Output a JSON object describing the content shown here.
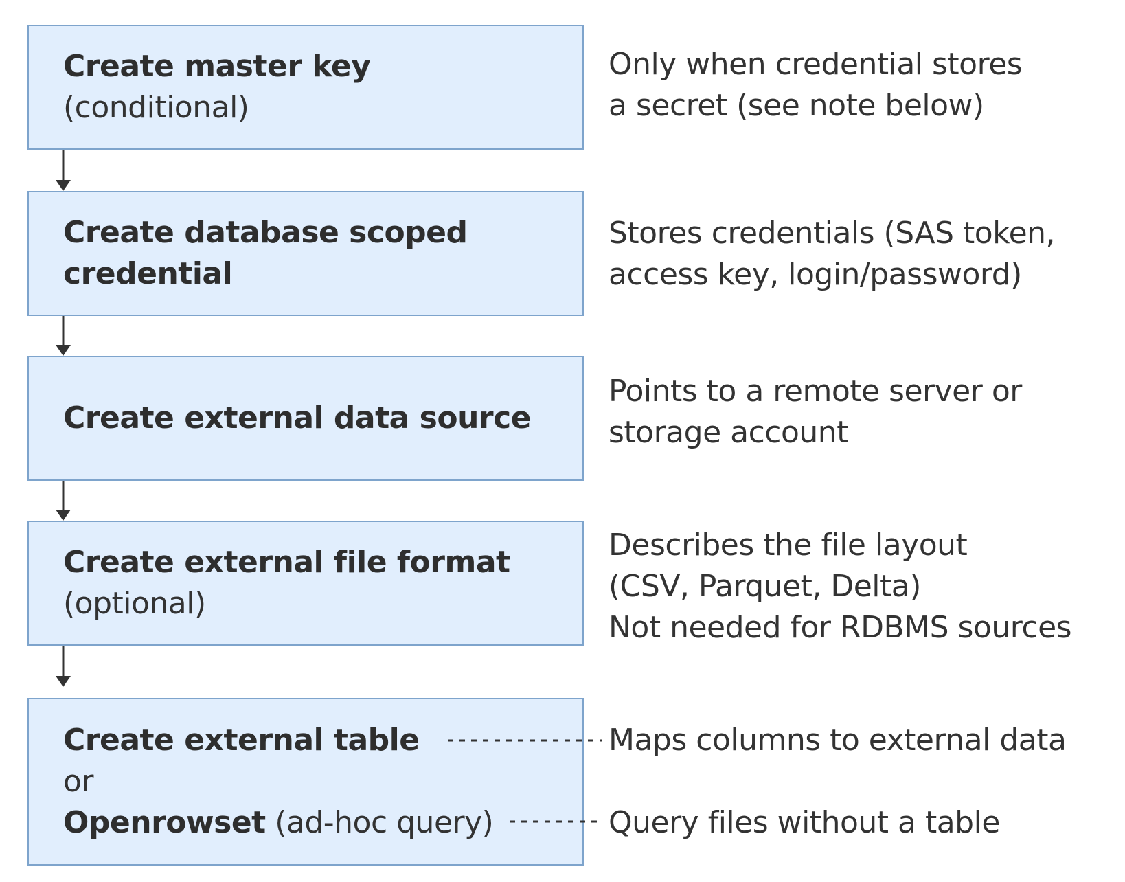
{
  "steps": [
    {
      "title": "Create master key",
      "subtitle": "(conditional)",
      "note_lines": [
        "Only when credential stores",
        "a secret (see note below)"
      ]
    },
    {
      "title_lines": [
        "Create database scoped",
        "credential"
      ],
      "note_lines": [
        "Stores credentials (SAS token,",
        "access key, login/password)"
      ]
    },
    {
      "title": "Create external data source",
      "note_lines": [
        "Points to a remote server or",
        "storage account"
      ]
    },
    {
      "title": "Create external file format",
      "subtitle": "(optional)",
      "note_lines": [
        "Describes the file layout",
        "(CSV, Parquet, Delta)",
        "Not needed for RDBMS sources"
      ]
    },
    {
      "title": "Create external table",
      "separator": "or",
      "alt_title": "Openrowset",
      "alt_suffix": " (ad-hoc query)",
      "notes": [
        "Maps columns to external data",
        "Query files without a table"
      ]
    }
  ],
  "colors": {
    "box_fill": "#e1eefd",
    "box_border": "#7ea4cc",
    "text": "#333333",
    "arrow": "#333333"
  }
}
